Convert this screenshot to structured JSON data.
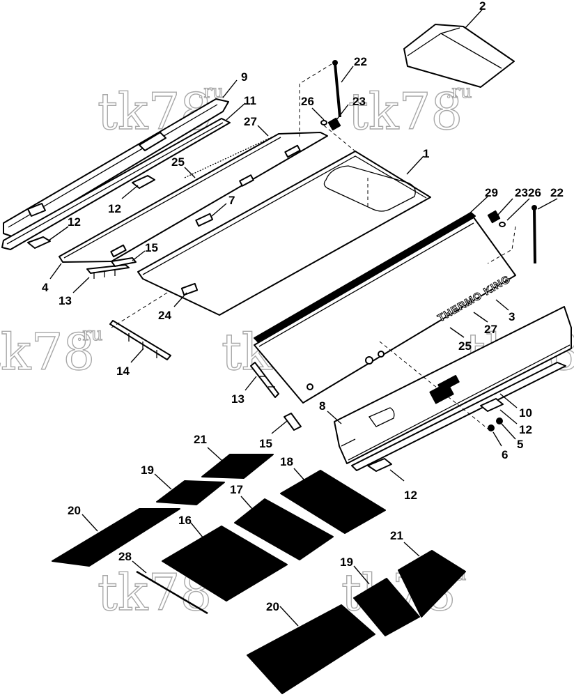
{
  "diagram": {
    "brand_text": "THERMO KING",
    "watermark": {
      "main": "tk78",
      "suffix": ".ru"
    },
    "callouts": [
      {
        "id": "c2",
        "label": "2"
      },
      {
        "id": "c22a",
        "label": "22"
      },
      {
        "id": "c26a",
        "label": "26"
      },
      {
        "id": "c23a",
        "label": "23"
      },
      {
        "id": "c9",
        "label": "9"
      },
      {
        "id": "c11",
        "label": "11"
      },
      {
        "id": "c27a",
        "label": "27"
      },
      {
        "id": "c25a",
        "label": "25"
      },
      {
        "id": "c1",
        "label": "1"
      },
      {
        "id": "c7",
        "label": "7"
      },
      {
        "id": "c12a",
        "label": "12"
      },
      {
        "id": "c12b",
        "label": "12"
      },
      {
        "id": "c29",
        "label": "29"
      },
      {
        "id": "c23b",
        "label": "23"
      },
      {
        "id": "c26b",
        "label": "26"
      },
      {
        "id": "c22b",
        "label": "22"
      },
      {
        "id": "c15a",
        "label": "15"
      },
      {
        "id": "c4",
        "label": "4"
      },
      {
        "id": "c13a",
        "label": "13"
      },
      {
        "id": "c24",
        "label": "24"
      },
      {
        "id": "c3",
        "label": "3"
      },
      {
        "id": "c27b",
        "label": "27"
      },
      {
        "id": "c25b",
        "label": "25"
      },
      {
        "id": "c14",
        "label": "14"
      },
      {
        "id": "c13b",
        "label": "13"
      },
      {
        "id": "c8",
        "label": "8"
      },
      {
        "id": "c10",
        "label": "10"
      },
      {
        "id": "c12c",
        "label": "12"
      },
      {
        "id": "c5",
        "label": "5"
      },
      {
        "id": "c6",
        "label": "6"
      },
      {
        "id": "c15b",
        "label": "15"
      },
      {
        "id": "c21a",
        "label": "21"
      },
      {
        "id": "c18",
        "label": "18"
      },
      {
        "id": "c19a",
        "label": "19"
      },
      {
        "id": "c17",
        "label": "17"
      },
      {
        "id": "c20a",
        "label": "20"
      },
      {
        "id": "c16",
        "label": "16"
      },
      {
        "id": "c12d",
        "label": "12"
      },
      {
        "id": "c28",
        "label": "28"
      },
      {
        "id": "c21b",
        "label": "21"
      },
      {
        "id": "c19b",
        "label": "19"
      },
      {
        "id": "c20b",
        "label": "20"
      }
    ]
  }
}
